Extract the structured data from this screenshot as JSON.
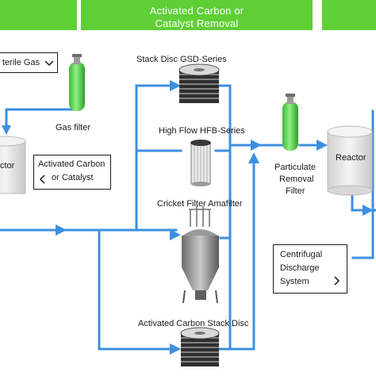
{
  "colors": {
    "banner": "#5fcf36",
    "flow_line": "#3d8fe0",
    "gas_cylinder": "#66e05a",
    "vessel": "#e6e6e6"
  },
  "banner": {
    "line1": "Activated Carbon or",
    "line2": "Catalyst Removal"
  },
  "nodes": {
    "sterile_gas": "terile Gas",
    "gas_filter": "Gas filter",
    "reactor_left": "ctor",
    "activated_carbon_box_line1": "Activated Carbon",
    "activated_carbon_box_line2": "or Catalyst",
    "stack_disc": "Stack Disc GSD-Series",
    "high_flow": "High Flow HFB-Series",
    "cricket": "Cricket Filter Amafilter",
    "activated_carbon_stack": "Activated Carbon Stack Disc",
    "particulate_line1": "Particulate",
    "particulate_line2": "Removal",
    "particulate_line3": "Filter",
    "reactor_right": "Reactor",
    "centrifugal_line1": "Centrifugal",
    "centrifugal_line2": "Discharge",
    "centrifugal_line3": "System"
  },
  "icons": {
    "dropdown": "chevron-down-icon",
    "back": "chevron-left-icon",
    "forward": "chevron-right-icon"
  }
}
